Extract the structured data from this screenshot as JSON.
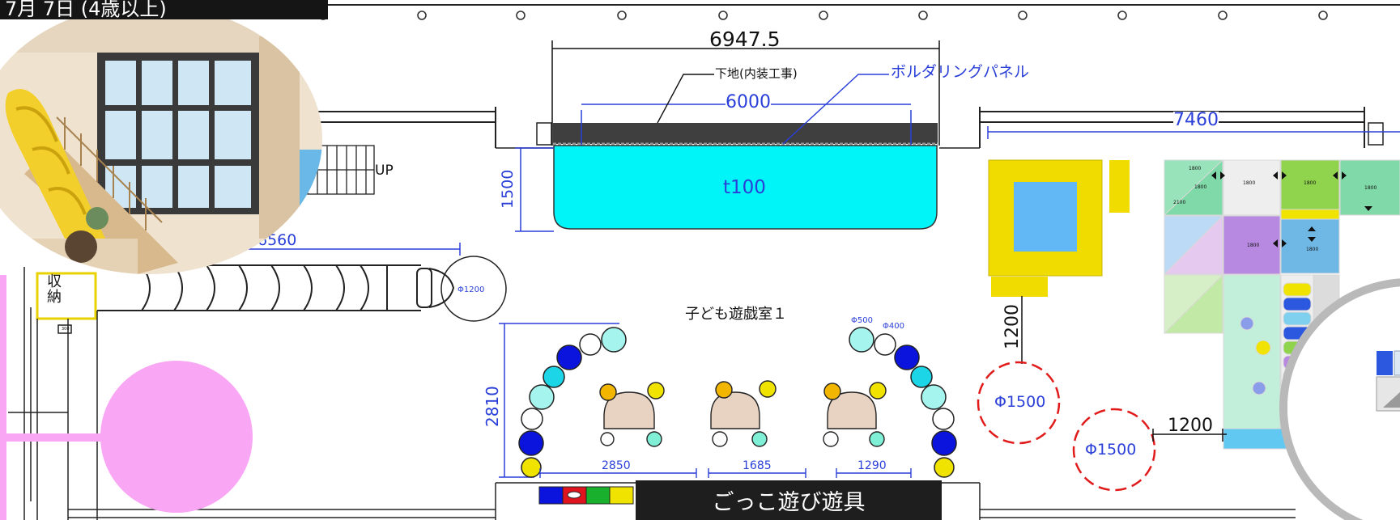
{
  "header_strip": {
    "text": "7月 7日 (4歳以上)"
  },
  "caption": {
    "text": "ごっこ遊び遊具"
  },
  "plan": {
    "room_name": "子ども遊戯室１",
    "panel_label": "ボルダリングパネル",
    "base_label": "下地(内装工事)",
    "stair_label": "UP",
    "storage_label": "収\n納",
    "thickness_label": "t100",
    "dim_6947": "6947.5",
    "dim_6000": "6000",
    "dim_7460": "7460",
    "dim_1500": "1500",
    "dim_6560": "6560",
    "dim_2810": "2810",
    "dim_1200_v": "1200",
    "dim_1200_h": "1200",
    "dim_2850": "2850",
    "dim_1685": "1685",
    "dim_1290": "1290",
    "phi_1200": "Φ1200",
    "phi_500": "Φ500",
    "phi_400": "Φ400",
    "phi_1500_a": "Φ1500",
    "phi_1500_b": "Φ1500",
    "mat_small_1": "1800",
    "mat_small_2": "1800",
    "mat_small_3": "1800",
    "mat_small_4": "1800",
    "mat_small_5": "1800",
    "mat_small_6": "2100",
    "mat_small_7": "1800",
    "mat_small_8": "1800",
    "mat_small_9": "300"
  },
  "colors": {
    "cyan_pool": "#00f5f8",
    "dimension_blue": "#2a3fd8",
    "phi_red": "#e11b1b",
    "pink_marker": "#f9a6f4",
    "caption_bg": "#1e1e1e"
  }
}
